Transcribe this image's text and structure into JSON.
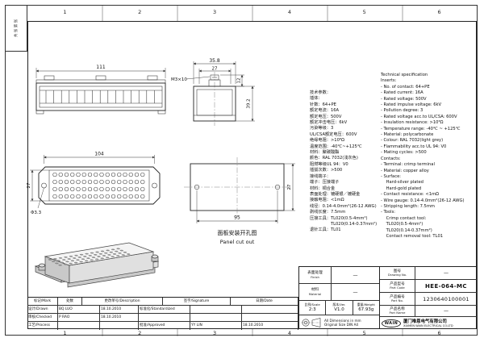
{
  "sheet": {
    "cols": [
      "1",
      "2",
      "3",
      "4",
      "5",
      "6"
    ],
    "strip": "共 张  第 张"
  },
  "dims": {
    "front_width": "111",
    "side_width": "35.8",
    "side_inner": "27",
    "screw": "M3×10",
    "side_height": "39.2",
    "side_top": "12",
    "insert_length": "104",
    "insert_width": "27",
    "hole_dia": "Φ3.3",
    "cutout_width": "95",
    "cutout_height": "27",
    "caption_cn": "面板安装开孔图",
    "caption_en": "Panel cut out"
  },
  "specs": {
    "cn": [
      "技术参数：",
      "插体：",
      "针数：64+PE",
      "额定电流：16A",
      "额定电压：500V",
      "额定冲击电压：6kV",
      "污染等级：3",
      "UL/CSA额定电压：600V",
      "绝缘电阻：>10⁸Ω",
      "温度范围：-40℃~+125℃",
      "材料：聚碳酸酯",
      "颜色：RAL 7032(浅灰色)",
      "阻燃等级UL 94：V0",
      "插拔次数：>500",
      "接线端子：",
      "端子：压接端子",
      "材料：铜合金",
      "表面处理：镀硬银／镀硬金",
      "接触电阻：<1mΩ",
      "线径：0.14-4.0mm²(26-12 AWG)",
      "剥线长度：7.5mm",
      "压接工具：TL020(0.5-4mm²)",
      "　　　　　TL020(0.14-0.37mm²)",
      "退针工具：TL01"
    ],
    "en": [
      "Technical specification",
      "Inserts:",
      "- No. of contact: 64+PE",
      "- Rated current: 16A",
      "- Rated voltage: 500V",
      "- Rated impulse voltage: 6kV",
      "- Pollution degree: 3",
      "- Rated voltage acc.to UL/CSA: 600V",
      "- Insulation resistance: >10⁸Ω",
      "- Temperature range: -40℃ ~ +125℃",
      "- Material: polycarbonate",
      "- Colour: RAL 7032(light grey)",
      "- Flammability acc.to UL 94: V0",
      "- Mating cycles: >500",
      "Contacts:",
      "- Terminal: crimp terminal",
      "- Material: copper alloy",
      "- Surface:",
      "    Hard-silver plated",
      "    Hard-gold plated",
      "- Contact resistance: <1mΩ",
      "- Wire gauge: 0.14-4.0mm²(26-12 AWG)",
      "- Stripping length: 7.5mm",
      "- Tools:",
      "    Crimp contact tool:",
      "    TL020(0.5-4mm²)",
      "    TL020(0.14-0.37mm²)",
      "    Contact removal tool: TL01"
    ]
  },
  "titleblock": {
    "left": {
      "header": [
        "标记/Mark",
        "处数",
        "更改单号/Description",
        "签字/Signature",
        "日期/Date"
      ],
      "rows": [
        [
          "设计/Drawn",
          "BQ LUO",
          "18.10.2010",
          "标准化/Standardized",
          "",
          ""
        ],
        [
          "审核/Checked",
          "P RAO",
          "18.10.2010",
          "",
          "",
          ""
        ],
        [
          "工艺/Process",
          "",
          "",
          "批准/Approved",
          "YY LIN",
          "18.10.2010"
        ]
      ]
    },
    "mid": {
      "finish": {
        "cn": "表面处理",
        "en": "Finish",
        "value": "—"
      },
      "material": {
        "cn": "材料",
        "en": "Material",
        "value": "—"
      },
      "scale": {
        "label": "比例/Scale",
        "value": "2:3"
      },
      "version": {
        "label": "版本/Ver.",
        "value": "V1.0"
      },
      "weight": {
        "label": "重量/Weight",
        "value": "67.93g"
      },
      "note1": "All Dimensions in mm",
      "note2": "Original Size DIN A4"
    },
    "right": {
      "drawing_no": {
        "cn": "图号",
        "en": "Drawing No.",
        "value": "—"
      },
      "part_code": {
        "cn": "产品型号",
        "en": "Part Code",
        "value": "HEE-064-MC"
      },
      "part_no": {
        "cn": "产品编号",
        "en": "Part No.",
        "value": "1230640100001"
      },
      "part_name": {
        "cn": "产品名称",
        "en": "Part Name",
        "value": "—"
      },
      "company": {
        "logo": "WAIN",
        "cn": "厦门唯恩电气有限公司",
        "en": "XIAMEN WAIN ELECTRICAL CO.LTD"
      }
    }
  }
}
